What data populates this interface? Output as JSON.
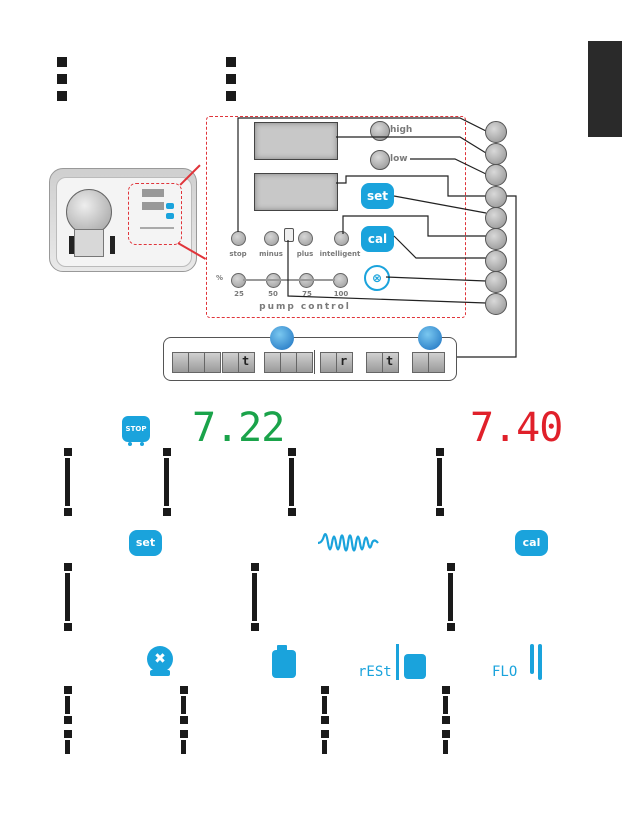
{
  "panel": {
    "high_label": "high",
    "low_label": "low",
    "set_label": "set",
    "cal_label": "cal",
    "stop_label": "stop",
    "minus_label": "minus",
    "plus_label": "plus",
    "intelligent_label": "intelligent",
    "percent_sign": "%",
    "pct_25": "25",
    "pct_50": "50",
    "pct_75": "75",
    "pct_100": "100",
    "pump_control_label": "pump control"
  },
  "segment_display": {
    "left_char": "t",
    "right_chars": [
      "r",
      "t"
    ]
  },
  "readings": {
    "green_value": "7.22",
    "red_value": "7.40",
    "green_color": "#1aa34a",
    "red_color": "#e0202a"
  },
  "icons": {
    "stop_label": "STOP",
    "set_label": "set",
    "cal_label": "cal",
    "rest_label": "rESt",
    "flo_label": "FLO",
    "accent": "#1aa3dc"
  }
}
